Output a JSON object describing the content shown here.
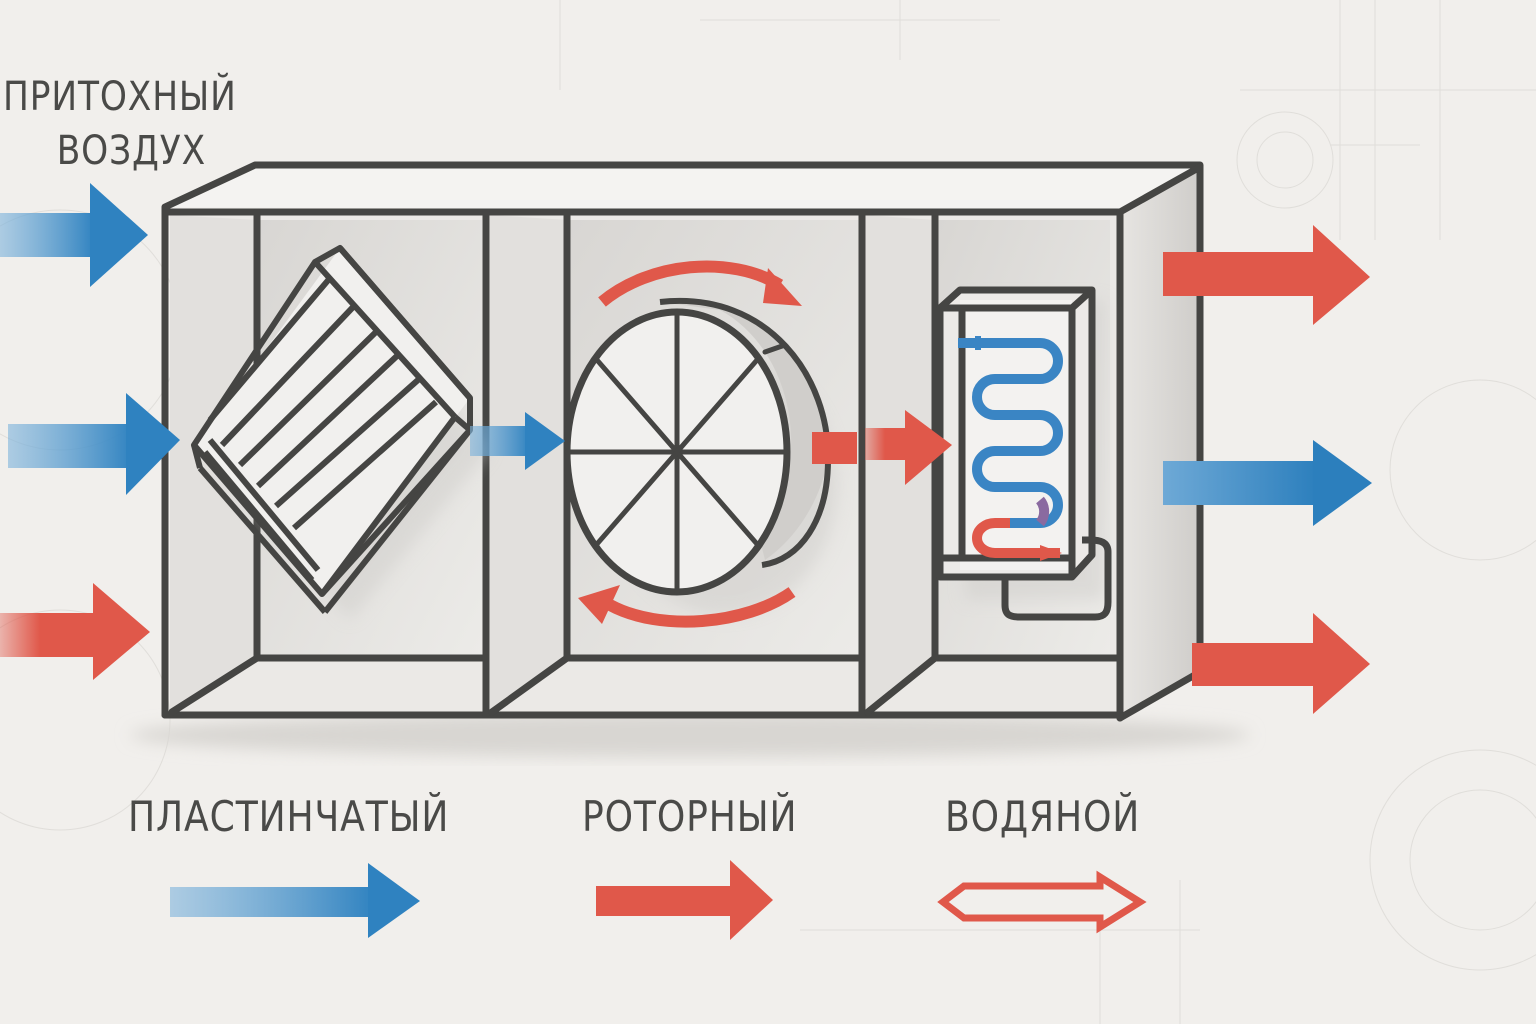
{
  "title_label": {
    "line1": "ПРИТОХНЫЙ",
    "line2": "ВОЗДУХ"
  },
  "sections": [
    {
      "id": "plate",
      "label": "ПЛАСТИНЧАТЫЙ",
      "legend_arrow": "blue-gradient-arrow"
    },
    {
      "id": "rotor",
      "label": "РОТОРНЫЙ",
      "legend_arrow": "red-solid-arrow"
    },
    {
      "id": "water",
      "label": "ВОДЯНОЙ",
      "legend_arrow": "red-outline-double-arrow"
    }
  ],
  "inlet_arrows": [
    "cold",
    "cold",
    "warm"
  ],
  "outlet_arrows": [
    "warm",
    "cold",
    "warm"
  ],
  "colors": {
    "cold": "#2f82c0",
    "cold_light": "#7fb4dc",
    "warm": "#e0584a",
    "outline": "#454543",
    "panel": "#e4e2df",
    "panel_shade": "#d3d1ce",
    "background": "#f1efec"
  }
}
